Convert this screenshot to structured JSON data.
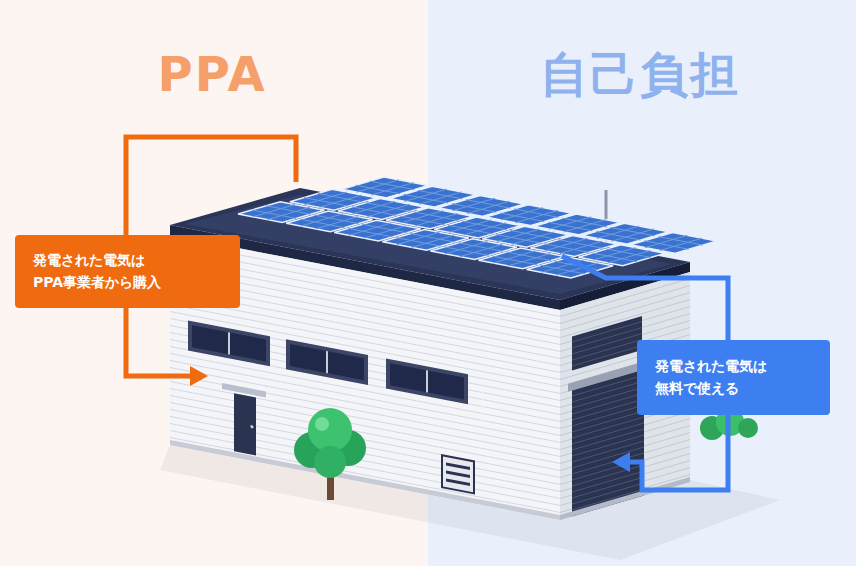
{
  "diagram": {
    "nodes": [
      {
        "text": [
          "発電された電気は PPA事業者から購入"
        ]
      },
      {
        "text": [
          "発電された電気は 無料で使える"
        ]
      }
    ],
    "labels": [
      "PPA",
      "自己負担"
    ]
  }
}
